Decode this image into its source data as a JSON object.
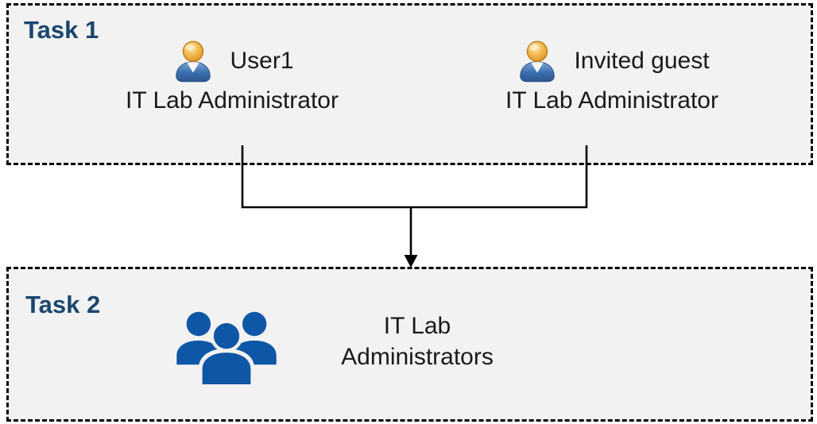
{
  "diagram": {
    "task1": {
      "label": "Task 1",
      "members": [
        {
          "name": "User1",
          "role": "IT Lab Administrator"
        },
        {
          "name": "Invited guest",
          "role": "IT Lab Administrator"
        }
      ]
    },
    "task2": {
      "label": "Task 2",
      "group_name": "IT Lab Administrators"
    },
    "icons": {
      "member_icon": "person-icon",
      "group_icon": "people-group-icon",
      "connector": "merge-arrow-down"
    },
    "colors": {
      "task_label": "#1a466d",
      "box_background": "#f2f2f2",
      "box_border": "#000000",
      "connector_line": "#000000",
      "group_icon_blue": "#0e57a6",
      "person_head_gold": "#eaa93c",
      "person_body_blue": "#3568a8",
      "body_text": "#1a1a1a"
    }
  }
}
